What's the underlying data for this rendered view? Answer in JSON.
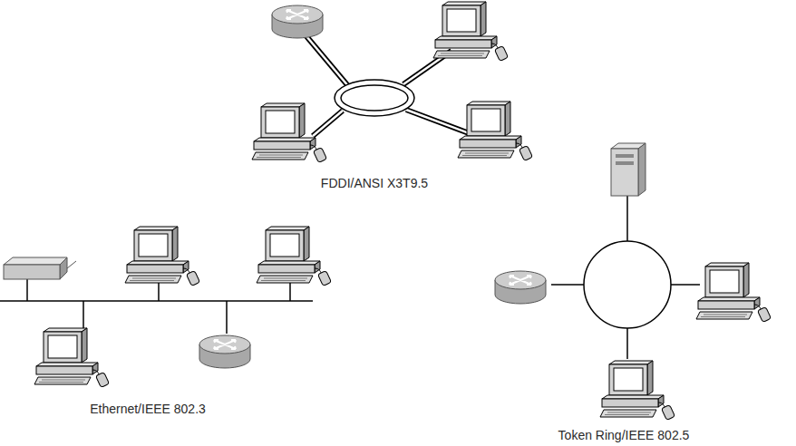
{
  "diagram": {
    "labels": [
      "FDDI/ANSI X3T9.5",
      "Ethernet/IEEE 802.3",
      "Token Ring/IEEE 802.5"
    ]
  }
}
